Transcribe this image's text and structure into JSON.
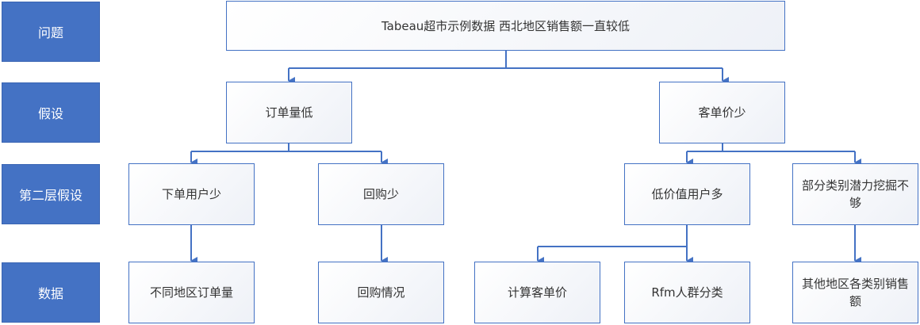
{
  "rows": {
    "problem": "问题",
    "hypothesis": "假设",
    "second_hypothesis": "第二层假设",
    "data": "数据"
  },
  "nodes": {
    "root": "Tabeau超市示例数据 西北地区销售额一直较低",
    "low_orders": "订单量低",
    "low_aov": "客单价少",
    "few_buyers": "下单用户少",
    "low_repurchase": "回购少",
    "low_value_users": "低价值用户多",
    "category_potential": "部分类别潜力挖掘不够",
    "region_orders": "不同地区订单量",
    "repurchase_status": "回购情况",
    "calc_aov": "计算客单价",
    "rfm_segmentation": "Rfm人群分类",
    "other_region_category_sales": "其他地区各类别销售额"
  },
  "colors": {
    "label_fill": "#4472c4",
    "connector": "#4472c4",
    "node_border": "#4472c4"
  }
}
